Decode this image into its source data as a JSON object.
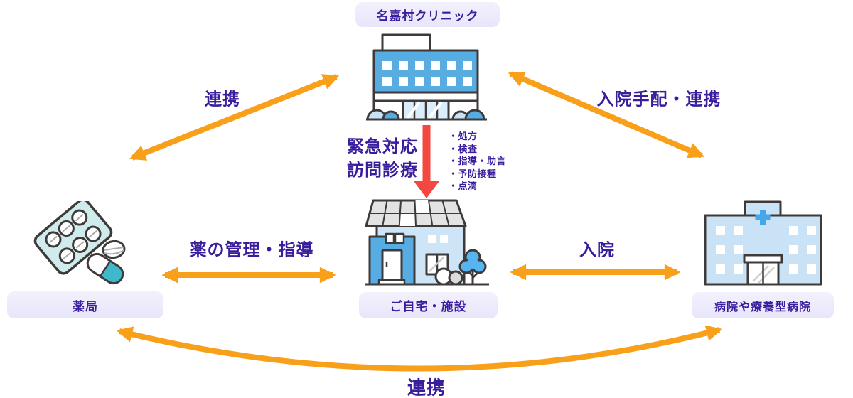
{
  "diagram": {
    "nodes": {
      "clinic": {
        "label": "名嘉村クリニック",
        "icon": "clinic-building-icon"
      },
      "pharmacy": {
        "label": "薬局",
        "icon": "medicine-blister-pack-icon"
      },
      "home": {
        "label": "ご自宅・施設",
        "icon": "house-icon"
      },
      "hospital": {
        "label": "病院や療養型病院",
        "icon": "hospital-building-icon"
      }
    },
    "arrows": {
      "clinic_pharmacy": {
        "label": "連携",
        "style": "double-orange"
      },
      "clinic_hospital": {
        "label": "入院手配・連携",
        "style": "double-orange"
      },
      "clinic_home": {
        "line1": "緊急対応",
        "line2": "訪問診療",
        "style": "single-red-down"
      },
      "pharmacy_home": {
        "label": "薬の管理・指導",
        "style": "double-orange"
      },
      "home_hospital": {
        "label": "入院",
        "style": "double-orange"
      },
      "pharmacy_hospital": {
        "label": "連携",
        "style": "double-orange-curved"
      }
    },
    "home_services": [
      "・処方",
      "・検査",
      "・指導・助言",
      "・予防接種",
      "・点滴"
    ],
    "colors": {
      "arrow_orange": "#F9A01B",
      "arrow_red": "#F4473F",
      "text_purple": "#3A1D9C",
      "icon_outline": "#3E3A39",
      "label_box_bg": "#ECE9FB",
      "building_blue": "#57ACE1",
      "light_blue": "#C9E2F6",
      "teal": "#3FB8CB"
    }
  }
}
